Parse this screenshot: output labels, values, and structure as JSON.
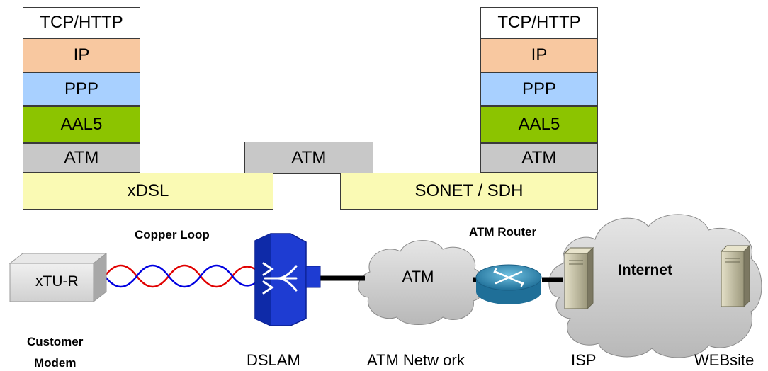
{
  "left_stack": {
    "layers": [
      "TCP/HTTP",
      "IP",
      "PPP",
      "AAL5",
      "ATM"
    ]
  },
  "middle_stack": {
    "atm": "ATM",
    "xdsl": "xDSL",
    "sonet": "SONET / SDH"
  },
  "right_stack": {
    "layers": [
      "TCP/HTTP",
      "IP",
      "PPP",
      "AAL5",
      "ATM"
    ]
  },
  "network": {
    "copper_loop": "Copper Loop",
    "atm_router": "ATM Router",
    "modem_label": "xTU-R",
    "atm_cloud": "ATM",
    "internet": "Internet"
  },
  "captions": {
    "customer": "Customer",
    "modem": "Modem",
    "dslam": "DSLAM",
    "atm_network": "ATM Netw ork",
    "isp": "ISP",
    "website": "WEBsite"
  },
  "colors": {
    "ip": "#f8c8a0",
    "ppp": "#a8d0ff",
    "aal5": "#8cc400",
    "atm": "#c8c8c8",
    "physical": "#fafab4",
    "dslam": "#1e3cd2",
    "router": "#2f8fb8",
    "cloud": "#c8c8c8"
  }
}
